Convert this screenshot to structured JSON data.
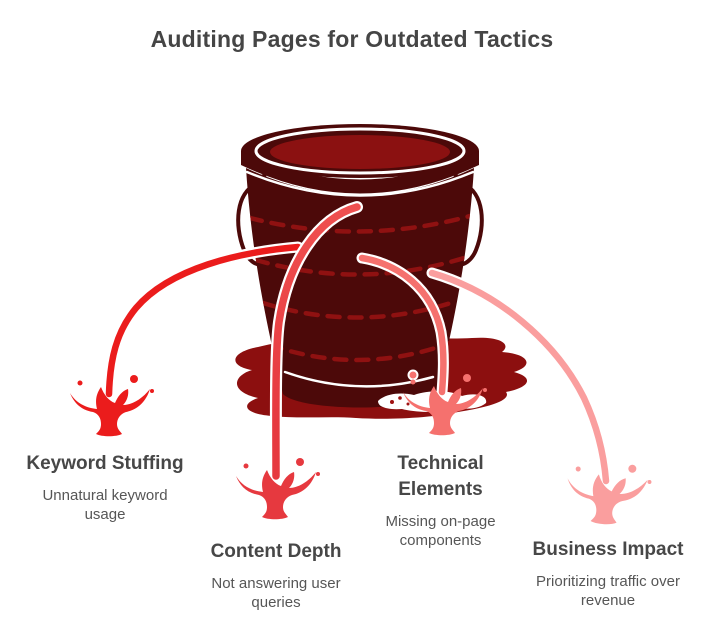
{
  "title": "Auditing Pages for Outdated Tactics",
  "palette": {
    "title_text": "#454545",
    "heading_text": "#474747",
    "subtext_text": "#565656",
    "bucket_body": "#4C0909",
    "bucket_liquid": "#8B1111",
    "puddle": "#8C0F0F",
    "band_dash": "#8F1111",
    "outline_white": "#FFFFFF",
    "stream_keyword": "#EB1C1C",
    "stream_content_top": "#EF5050",
    "stream_content_bottom": "#E6393F",
    "stream_technical": "#F5716E",
    "stream_business": "#FA9E9E",
    "pool_speck": "#A01212"
  },
  "leaks": [
    {
      "id": "keyword-stuffing",
      "heading": "Keyword Stuffing",
      "subtext": "Unnatural keyword usage",
      "color": "#EB1C1C"
    },
    {
      "id": "content-depth",
      "heading": "Content Depth",
      "subtext": "Not answering user queries",
      "color": "#E6393F"
    },
    {
      "id": "technical-elements",
      "heading": "Technical Elements",
      "subtext": "Missing on-page components",
      "color": "#F5716E"
    },
    {
      "id": "business-impact",
      "heading": "Business Impact",
      "subtext": "Prioritizing traffic over revenue",
      "color": "#FA9E9E"
    }
  ]
}
